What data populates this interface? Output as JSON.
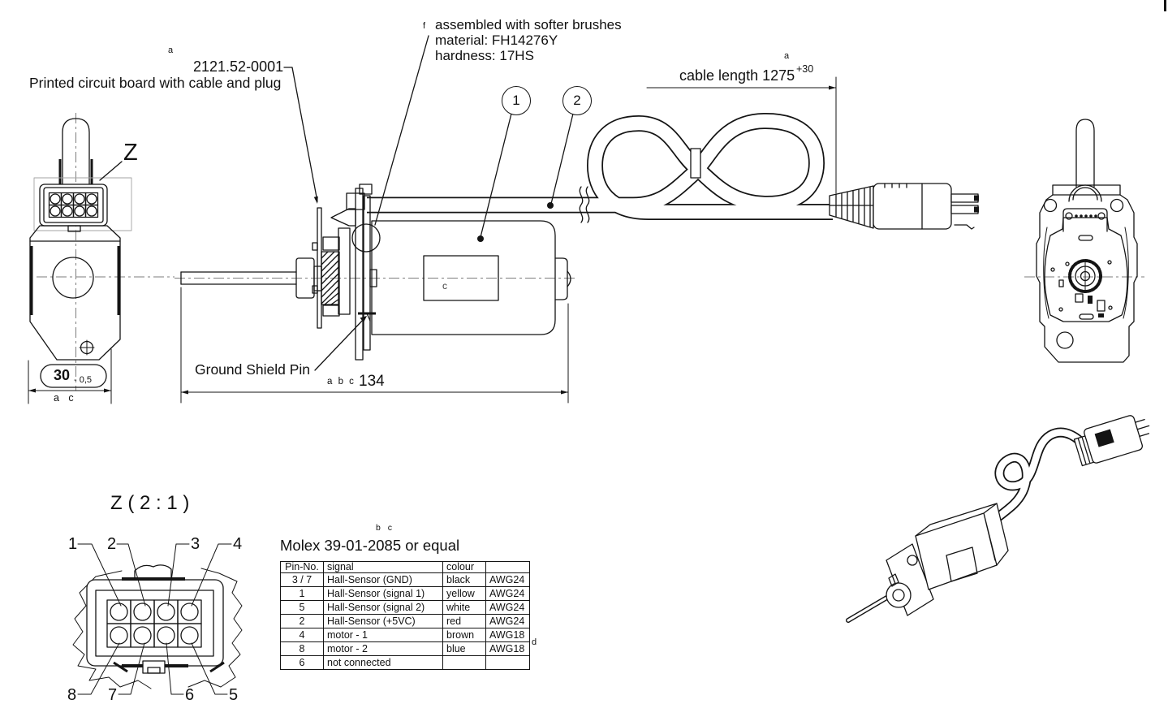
{
  "page": {
    "background": "#ffffff",
    "line_color": "#141414"
  },
  "annotations": {
    "pcb_note": {
      "ref": "a",
      "part_number": "2121.52-0001",
      "caption": "Printed circuit board with cable and plug"
    },
    "brushes_note": {
      "ref": "f",
      "lines": [
        "assembled with softer brushes",
        "material: FH14276Y",
        "hardness: 17HS"
      ]
    },
    "cable_length": {
      "label": "cable length 1275",
      "ref": "a",
      "tolerance": "+30"
    },
    "ground_shield_pin": "Ground Shield Pin",
    "balloons": [
      "1",
      "2"
    ]
  },
  "front_view": {
    "detail_marker": "Z",
    "dim_width": {
      "value": "30",
      "tolerance": "- 0,5",
      "refs": "a c"
    }
  },
  "side_view": {
    "dim_length": {
      "refs": "a b c",
      "value": "134"
    },
    "body_label": "c"
  },
  "detail_z": {
    "title": "Z ( 2 : 1 )",
    "pin_labels_top": [
      "1",
      "2",
      "3",
      "4"
    ],
    "pin_labels_bottom": [
      "8",
      "7",
      "6",
      "5"
    ]
  },
  "pinout_table": {
    "refs": "b c",
    "title": "Molex 39-01-2085 or equal",
    "note_ref": "d",
    "headers": [
      "Pin-No.",
      "signal",
      "colour",
      ""
    ],
    "rows": [
      [
        "3 / 7",
        "Hall-Sensor (GND)",
        "black",
        "AWG24"
      ],
      [
        "1",
        "Hall-Sensor (signal 1)",
        "yellow",
        "AWG24"
      ],
      [
        "5",
        "Hall-Sensor (signal 2)",
        "white",
        "AWG24"
      ],
      [
        "2",
        "Hall-Sensor (+5VC)",
        "red",
        "AWG24"
      ],
      [
        "4",
        "motor - 1",
        "brown",
        "AWG18"
      ],
      [
        "8",
        "motor - 2",
        "blue",
        "AWG18"
      ],
      [
        "6",
        "not connected",
        "",
        ""
      ]
    ]
  }
}
